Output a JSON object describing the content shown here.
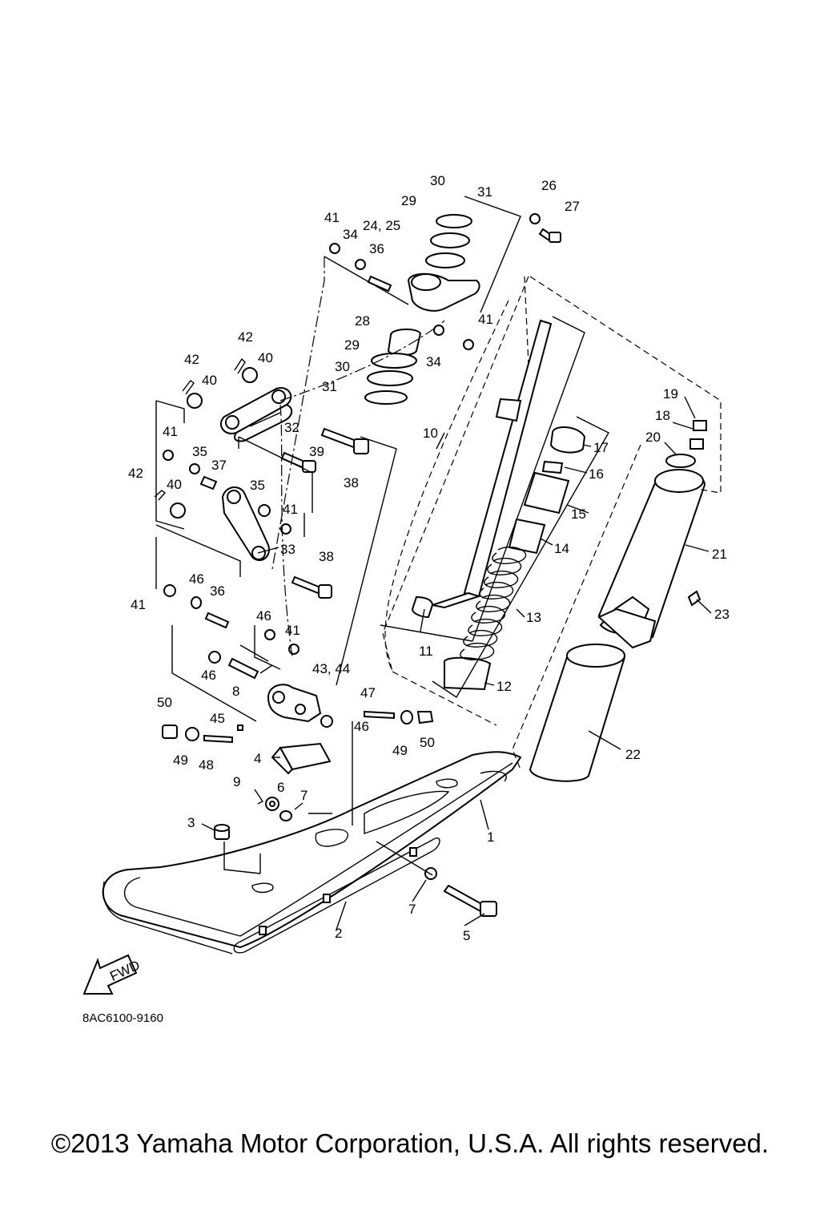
{
  "diagram_code": "8AC6100-9160",
  "copyright": "©2013 Yamaha Motor Corporation, U.S.A. All rights reserved.",
  "direction_label": "FWD",
  "callouts": [
    {
      "label": "1"
    },
    {
      "label": "2"
    },
    {
      "label": "3"
    },
    {
      "label": "4"
    },
    {
      "label": "5"
    },
    {
      "label": "6"
    },
    {
      "label": "7"
    },
    {
      "label": "7"
    },
    {
      "label": "8"
    },
    {
      "label": "9"
    },
    {
      "label": "10"
    },
    {
      "label": "11"
    },
    {
      "label": "12"
    },
    {
      "label": "13"
    },
    {
      "label": "14"
    },
    {
      "label": "15"
    },
    {
      "label": "16"
    },
    {
      "label": "17"
    },
    {
      "label": "18"
    },
    {
      "label": "19"
    },
    {
      "label": "20"
    },
    {
      "label": "21"
    },
    {
      "label": "22"
    },
    {
      "label": "23"
    },
    {
      "label": "24, 25"
    },
    {
      "label": "26"
    },
    {
      "label": "27"
    },
    {
      "label": "28"
    },
    {
      "label": "29"
    },
    {
      "label": "29"
    },
    {
      "label": "30"
    },
    {
      "label": "30"
    },
    {
      "label": "31"
    },
    {
      "label": "31"
    },
    {
      "label": "32"
    },
    {
      "label": "33"
    },
    {
      "label": "34"
    },
    {
      "label": "34"
    },
    {
      "label": "35"
    },
    {
      "label": "35"
    },
    {
      "label": "36"
    },
    {
      "label": "36"
    },
    {
      "label": "37"
    },
    {
      "label": "38"
    },
    {
      "label": "38"
    },
    {
      "label": "39"
    },
    {
      "label": "40"
    },
    {
      "label": "40"
    },
    {
      "label": "40"
    },
    {
      "label": "41"
    },
    {
      "label": "41"
    },
    {
      "label": "41"
    },
    {
      "label": "41"
    },
    {
      "label": "41"
    },
    {
      "label": "41"
    },
    {
      "label": "42"
    },
    {
      "label": "42"
    },
    {
      "label": "42"
    },
    {
      "label": "43, 44"
    },
    {
      "label": "45"
    },
    {
      "label": "46"
    },
    {
      "label": "46"
    },
    {
      "label": "46"
    },
    {
      "label": "46"
    },
    {
      "label": "47"
    },
    {
      "label": "48"
    },
    {
      "label": "49"
    },
    {
      "label": "49"
    },
    {
      "label": "50"
    },
    {
      "label": "50"
    }
  ]
}
